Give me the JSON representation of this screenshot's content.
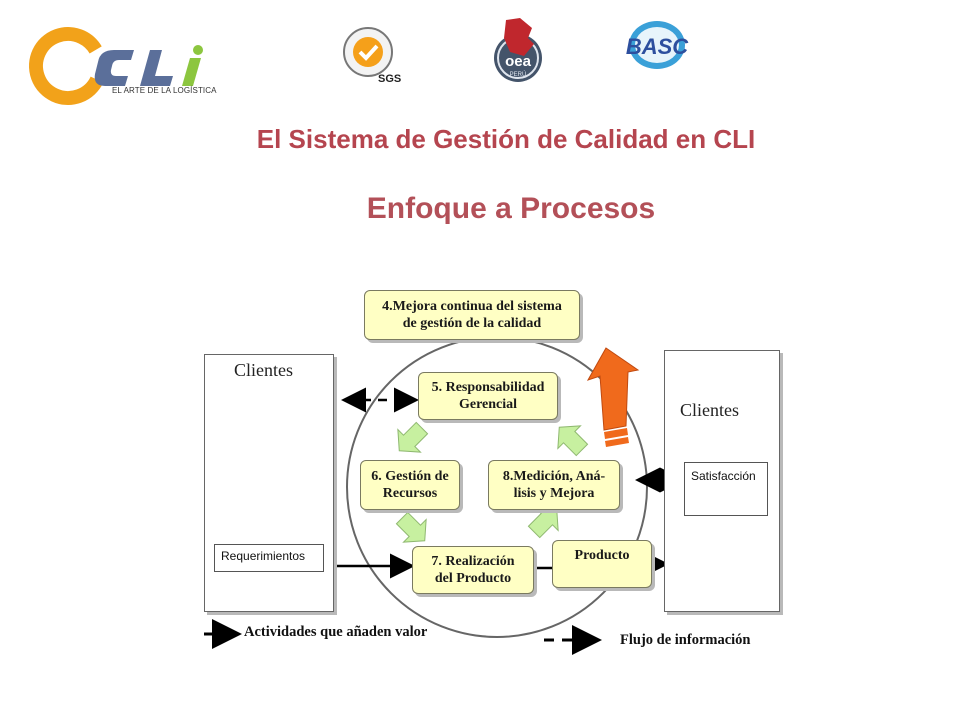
{
  "header": {
    "cli_tagline": "EL ARTE DE LA LOGÍSTICA",
    "sgs_text": "SGS",
    "oea_text": "oea",
    "oea_sub": "PERÚ",
    "basc_text": "BASC",
    "title": "El Sistema de Gestión de Calidad en CLI",
    "subtitle": "Enfoque a Procesos"
  },
  "diagram": {
    "box4_line1": "4.Mejora continua del sistema",
    "box4_line2": "de gestión de la calidad",
    "box5_line1": "5. Responsabilidad",
    "box5_line2": "Gerencial",
    "box6_line1": "6. Gestión de",
    "box6_line2": "Recursos",
    "box8_line1": "8.Medición, Aná-",
    "box8_line2": "lisis y Mejora",
    "box7_line1": "7. Realización",
    "box7_line2": "del Producto",
    "producto": "Producto",
    "clientes_left": "Clientes",
    "clientes_right": "Clientes",
    "requerimientos": "Requerimientos",
    "satisfaccion": "Satisfacción",
    "legend_solid": "Actividades que añaden valor",
    "legend_dashed": "Flujo de información"
  },
  "colors": {
    "title": "#b5454f",
    "box_fill": "#ffffc4",
    "green_arrow": "#c7f0a0",
    "orange_arrow": "#f06a1c"
  }
}
